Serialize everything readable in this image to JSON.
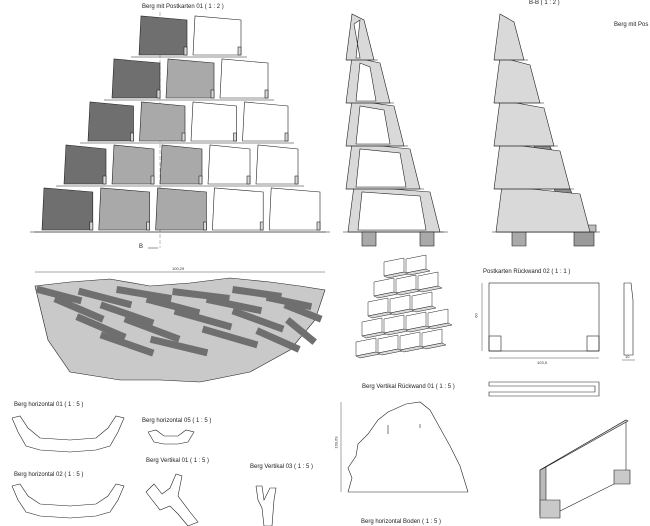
{
  "sheet": {
    "title": "Berg mit Postkarten 01  ( 1 : 2 )",
    "section_title": "B-B  ( 1 : 2 )",
    "side_title": "Berg mit Pos",
    "section_marker": "B",
    "colors": {
      "line": "#222222",
      "panel_dark": "#6f6f6f",
      "panel_mid": "#a9a9a9",
      "panel_light": "#d9d9d9",
      "card": "#ffffff"
    }
  },
  "views": {
    "top_dim": "100,29",
    "rueckwand_title": "Postkarten Rückwand 02  ( 1 : 1 )",
    "rueckwand_dim_w": "103,5",
    "rueckwand_dim_h": "60",
    "rueckwand_dim_t": "10",
    "vertikal_rueckwand_title": "Berg Vertikal Rückwand 01  ( 1 : 5 )",
    "vertikal_rueckwand_dim": "169,69",
    "horizontal_01": "Berg horizontal 01  ( 1 : 5 )",
    "horizontal_05": "Berg horizontal 05  ( 1 : 5 )",
    "vertikal_01": "Berg Vertikal 01  ( 1 : 5 )",
    "vertikal_03": "Berg Vertikal 03  ( 1 : 5 )",
    "horizontal_02": "Berg horizontal 02  ( 1 : 5 )",
    "boden_title": "Berg horizontal Boden  ( 1 : 5 )"
  }
}
